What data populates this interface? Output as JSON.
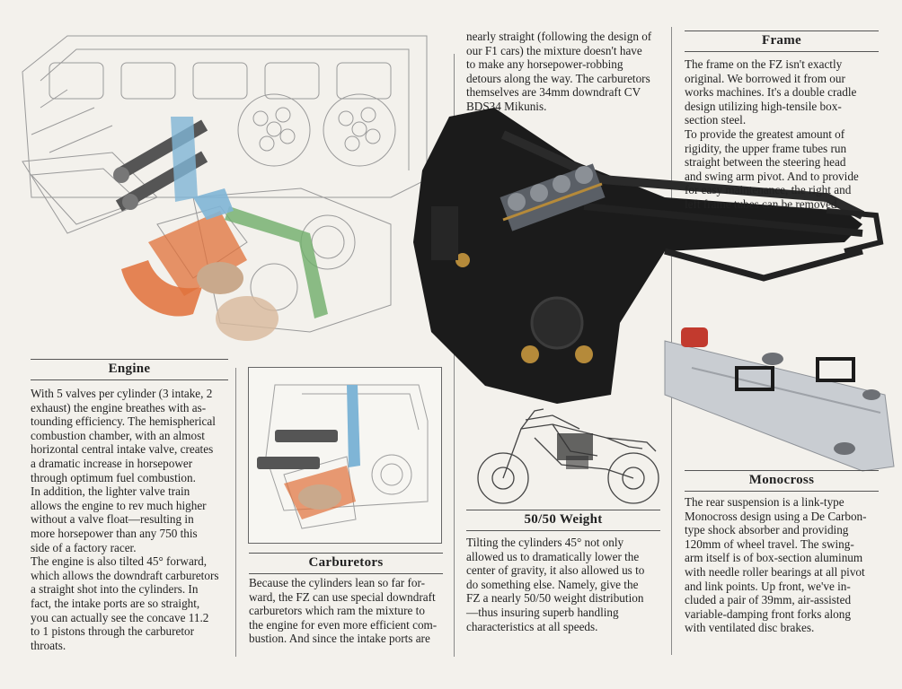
{
  "sections": {
    "engine": {
      "title": "Engine",
      "body": "With 5 valves per cylinder (3 intake, 2\nexhaust) the engine breathes with as-\ntounding efficiency. The hemispherical\ncombustion chamber, with an almost\nhorizontal central intake valve, creates\na dramatic increase in horsepower\nthrough optimum fuel combustion.\nIn addition, the lighter valve train\nallows the engine to rev much higher\nwithout a valve float—resulting in\nmore horsepower than any 750 this\nside of a factory racer.\nThe engine is also tilted 45° forward,\nwhich allows the downdraft carburetors\na straight shot into the cylinders. In\nfact, the intake ports are so straight,\nyou can actually see the concave 11.2\nto 1 pistons through the carburetor\nthroats."
    },
    "carburetors": {
      "title": "Carburetors",
      "body": "Because the cylinders lean so far for-\nward, the FZ can use special downdraft\ncarburetors which ram the mixture to\nthe engine for even more efficient com-\nbustion. And since the intake ports are"
    },
    "continued": {
      "body": "nearly straight (following the design of\nour F1 cars) the mixture doesn't have\nto make any horsepower-robbing\ndetours along the way. The carburetors\nthemselves are 34mm downdraft CV\n        BDS34 Mikunis."
    },
    "frame": {
      "title": "Frame",
      "body": "The frame on the FZ isn't exactly\noriginal. We borrowed it from our\nworks machines. It's a double cradle\ndesign utilizing high-tensile box-\nsection steel.\nTo provide the greatest amount of\nrigidity, the upper frame tubes run\nstraight between the steering head\nand swing arm pivot. And to provide\nfor easy maintenance, the right and\nleft frame tubes can be removed."
    },
    "weight": {
      "title": "50/50 Weight",
      "body": "Tilting the cylinders 45° not only\nallowed us to dramatically lower the\ncenter of gravity, it also allowed us to\ndo something else. Namely, give the\nFZ a nearly 50/50 weight distribution\n—thus insuring superb handling\ncharacteristics at all speeds."
    },
    "monocross": {
      "title": "Monocross",
      "body": "The rear suspension is a link-type\nMonocross design using a De Carbon-\ntype shock absorber and providing\n120mm of wheel travel. The swing-\narm itself is of box-section aluminum\nwith needle roller bearings at all pivot\nand link points. Up front, we've in-\ncluded a pair of 39mm, air-assisted\nvariable-damping front forks along\nwith ventilated disc brakes."
    }
  },
  "illustrations": {
    "engine_cutaway": "engine-cutaway-illustration",
    "carburetor_detail": "carburetor-cutaway-illustration",
    "frame_photo": "motorcycle-frame-photo",
    "bike_outline": "motorcycle-side-outline"
  },
  "colors": {
    "paper": "#f3f1ec",
    "frame_black": "#1b1b1b",
    "swingarm_silver": "#c9cdd2",
    "engine_orange": "#e0703a",
    "engine_green": "#6fae6a",
    "engine_blue": "#7fb5d6"
  }
}
